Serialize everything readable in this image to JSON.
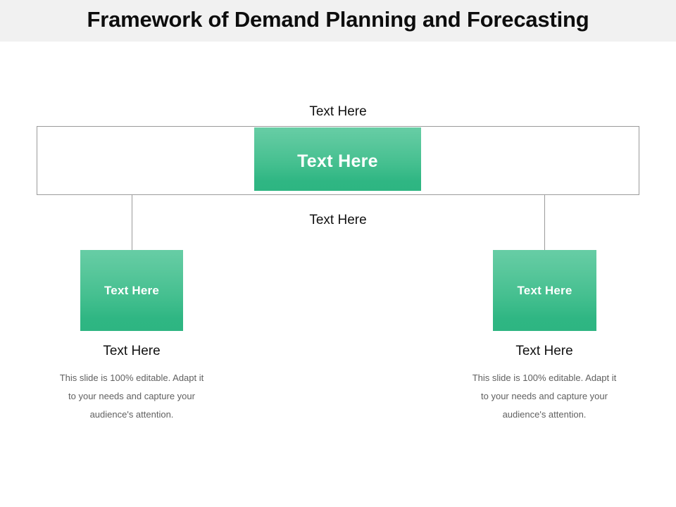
{
  "header": {
    "title": "Framework of Demand Planning and Forecasting",
    "background_color": "#f1f1f1",
    "title_color": "#0d0d0d"
  },
  "theme": {
    "accent_green_light": "#67cda5",
    "accent_green_dark": "#2fb683",
    "outline_gray": "#9b9b9b",
    "body_text_gray": "#606060",
    "heading_text": "#111111",
    "box_label_color": "#ffffff",
    "page_background": "#ffffff"
  },
  "diagram": {
    "top_label": "Text Here",
    "mid_label": "Text Here",
    "top_box": {
      "label": "Text Here"
    },
    "branches": [
      {
        "box_label": "Text Here",
        "caption_title": "Text Here",
        "caption_body": "This slide is 100% editable. Adapt it to your needs and capture your audience's attention."
      },
      {
        "box_label": "Text Here",
        "caption_title": "Text Here",
        "caption_body": "This slide is 100% editable. Adapt it to your needs and capture your audience's attention."
      }
    ]
  }
}
